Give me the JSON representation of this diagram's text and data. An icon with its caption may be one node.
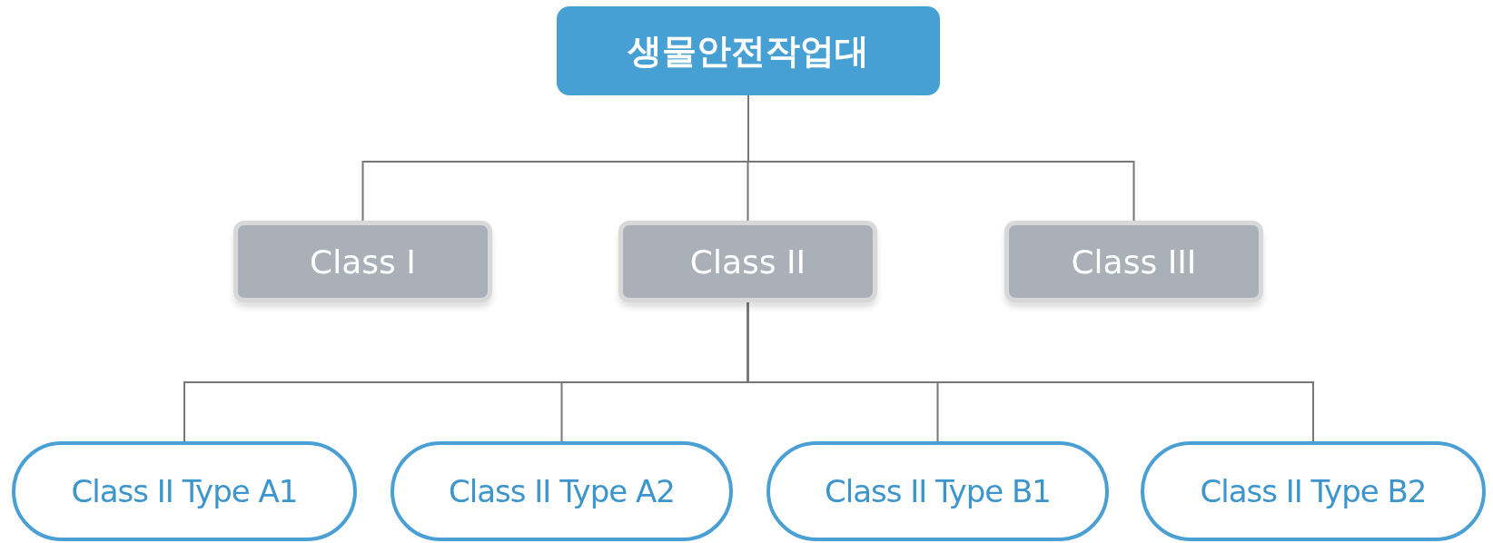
{
  "diagram": {
    "nodes": [
      {
        "text": [
          "생물안전작업대"
        ]
      },
      {
        "text": [
          "Class I"
        ]
      },
      {
        "text": [
          "Class II"
        ]
      },
      {
        "text": [
          "Class III"
        ]
      },
      {
        "text": [
          "Class II Type A1"
        ]
      },
      {
        "text": [
          "Class II Type A2"
        ]
      },
      {
        "text": [
          "Class II Type B1"
        ]
      },
      {
        "text": [
          "Class II Type B2"
        ]
      }
    ],
    "edges": [
      {
        "from": 0,
        "to": 1,
        "arrow": "none"
      },
      {
        "from": 0,
        "to": 2,
        "arrow": "none"
      },
      {
        "from": 0,
        "to": 3,
        "arrow": "none"
      },
      {
        "from": 2,
        "to": 4,
        "arrow": "none"
      },
      {
        "from": 2,
        "to": 5,
        "arrow": "none"
      },
      {
        "from": 2,
        "to": 6,
        "arrow": "none"
      },
      {
        "from": 2,
        "to": 7,
        "arrow": "none"
      }
    ]
  }
}
